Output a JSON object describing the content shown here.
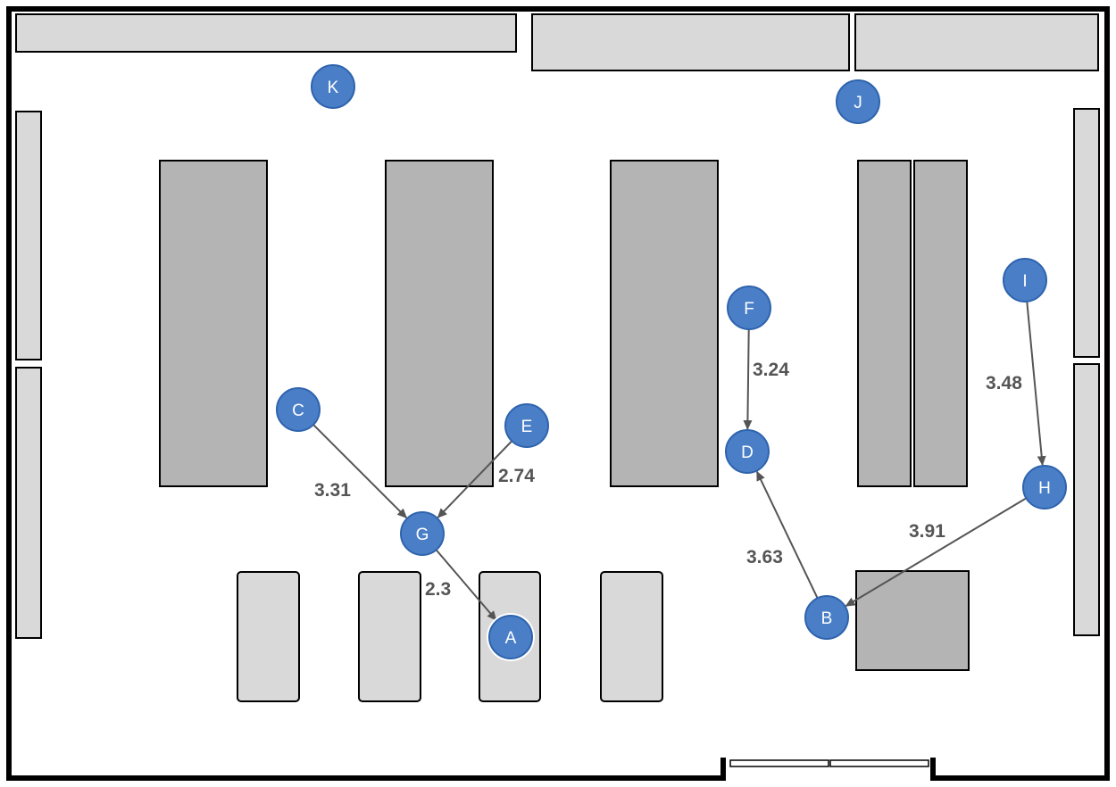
{
  "colors": {
    "wall": "#000000",
    "counter_fill": "#d9d9d9",
    "shelf_fill": "#b4b4b4",
    "node_fill": "#4a7fc8",
    "node_stroke": "#2e63ad",
    "edge": "#555555",
    "label": "#555555"
  },
  "nodes": [
    {
      "id": "A",
      "label": "A"
    },
    {
      "id": "B",
      "label": "B"
    },
    {
      "id": "C",
      "label": "C"
    },
    {
      "id": "D",
      "label": "D"
    },
    {
      "id": "E",
      "label": "E"
    },
    {
      "id": "F",
      "label": "F"
    },
    {
      "id": "G",
      "label": "G"
    },
    {
      "id": "H",
      "label": "H"
    },
    {
      "id": "I",
      "label": "I"
    },
    {
      "id": "J",
      "label": "J"
    },
    {
      "id": "K",
      "label": "K"
    }
  ],
  "edges": [
    {
      "from": "C",
      "to": "G",
      "weight": "3.31"
    },
    {
      "from": "E",
      "to": "G",
      "weight": "2.74"
    },
    {
      "from": "G",
      "to": "A",
      "weight": "2.3"
    },
    {
      "from": "F",
      "to": "D",
      "weight": "3.24"
    },
    {
      "from": "B",
      "to": "D",
      "weight": "3.63"
    },
    {
      "from": "H",
      "to": "B",
      "weight": "3.91"
    },
    {
      "from": "I",
      "to": "H",
      "weight": "3.48"
    }
  ]
}
